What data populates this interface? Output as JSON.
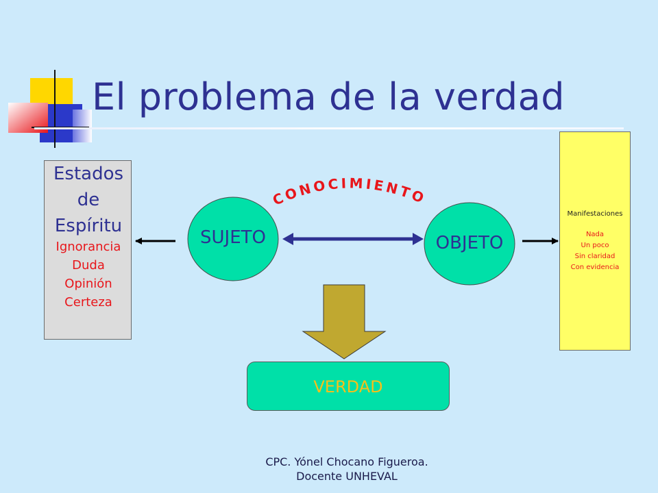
{
  "title": "El problema de la verdad",
  "estados": {
    "heading": [
      "Estados",
      "de",
      "Espíritu"
    ],
    "items": [
      "Ignorancia",
      "Duda",
      "Opinión",
      "Certeza"
    ]
  },
  "sujeto": "SUJETO",
  "objeto": "OBJETO",
  "conocimiento": "CONOCIMIENTO",
  "manifestaciones": {
    "heading": "Manifestaciones",
    "items": [
      "Nada",
      "Un poco",
      "Sin claridad",
      "Con evidencia"
    ]
  },
  "verdad": "VERDAD",
  "footer": [
    "CPC. Yónel Chocano Figueroa.",
    "Docente UNHEVAL"
  ],
  "colors": {
    "background": "#cdeafb",
    "title": "#2e3192",
    "red_text": "#e8161b",
    "node_fill": "#00e0a8",
    "arrow_fill": "#c0a830",
    "manif_fill": "#ffff66",
    "verdad_text": "#f6c01a"
  }
}
